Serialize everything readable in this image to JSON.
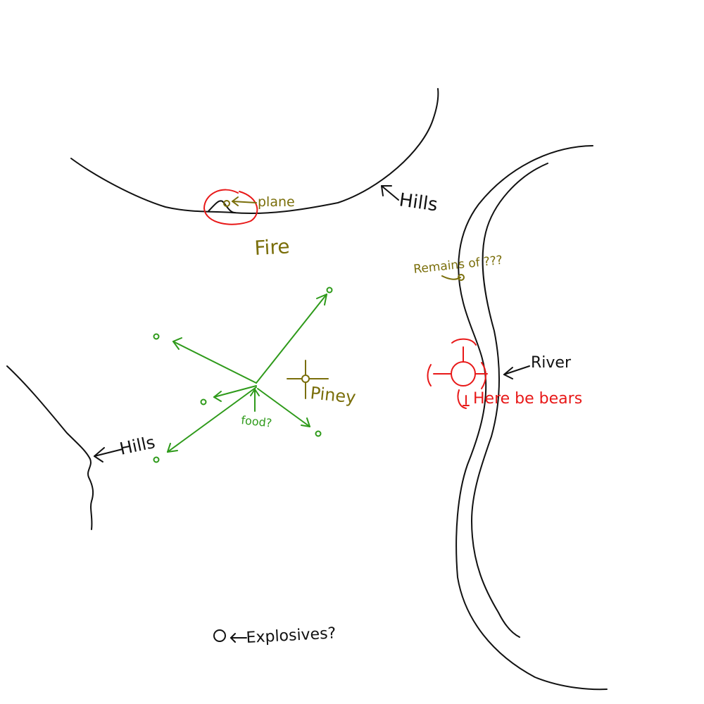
{
  "colors": {
    "ink": "#111111",
    "olive": "#7a6e0a",
    "green": "#2e9a1a",
    "red": "#e81818",
    "background": "#ffffff"
  },
  "labels": {
    "hills_top": "Hills",
    "hills_left": "Hills",
    "plane": "plane",
    "fire": "Fire",
    "remains": "Remains of ???",
    "piney": "Piney",
    "food": "food?",
    "river": "River",
    "bears": "Here be bears",
    "explosives": "Explosives?"
  }
}
